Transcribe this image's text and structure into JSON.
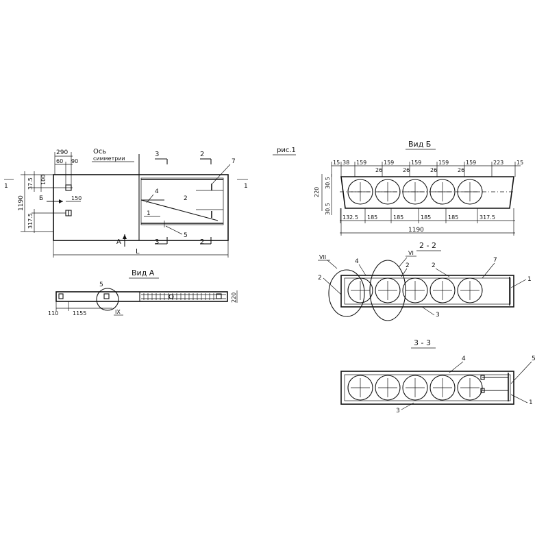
{
  "figure_label": "рис.1",
  "plan": {
    "axis_label": "Ось",
    "axis_label_2": "симметрии",
    "dims": {
      "d290": "290",
      "d60": "60",
      "d90": "90",
      "d100": "100",
      "d375": "37.5",
      "d1190": "1190",
      "d150": "150",
      "d3175": "317.5"
    },
    "span_label": "L",
    "view_a_arrow": "А",
    "view_b_arrow": "Б",
    "section_3": "3",
    "section_2": "2",
    "markers": {
      "m1": "1",
      "m2": "2",
      "m4": "4",
      "m5": "5",
      "m7": "7"
    },
    "side_marker": "1"
  },
  "view_a": {
    "title": "Вид А",
    "dims": {
      "d110": "110",
      "d1155": "1155",
      "d220": "220"
    },
    "node_label": "IX",
    "marker_5": "5"
  },
  "view_b": {
    "title": "Вид Б",
    "top_dims": [
      "15",
      "38",
      "159",
      "159",
      "159",
      "159",
      "159",
      "223",
      "15"
    ],
    "gap_dims": [
      "26",
      "26",
      "26",
      "26"
    ],
    "bottom_dims": [
      "132.5",
      "185",
      "185",
      "185",
      "185",
      "317.5"
    ],
    "total": "1190",
    "left_dims": {
      "d220": "220",
      "d305": "30.5",
      "d305b": "30.5"
    }
  },
  "section_22": {
    "title": "2 - 2",
    "labels": {
      "vii": "VII",
      "vi": "VI",
      "m1": "1",
      "m2a": "2",
      "m2b": "2",
      "m2c": "2",
      "m3": "3",
      "m4": "4",
      "m7": "7"
    }
  },
  "section_33": {
    "title": "3 - 3",
    "labels": {
      "m1": "1",
      "m3": "3",
      "m4": "4",
      "m5": "5"
    }
  }
}
